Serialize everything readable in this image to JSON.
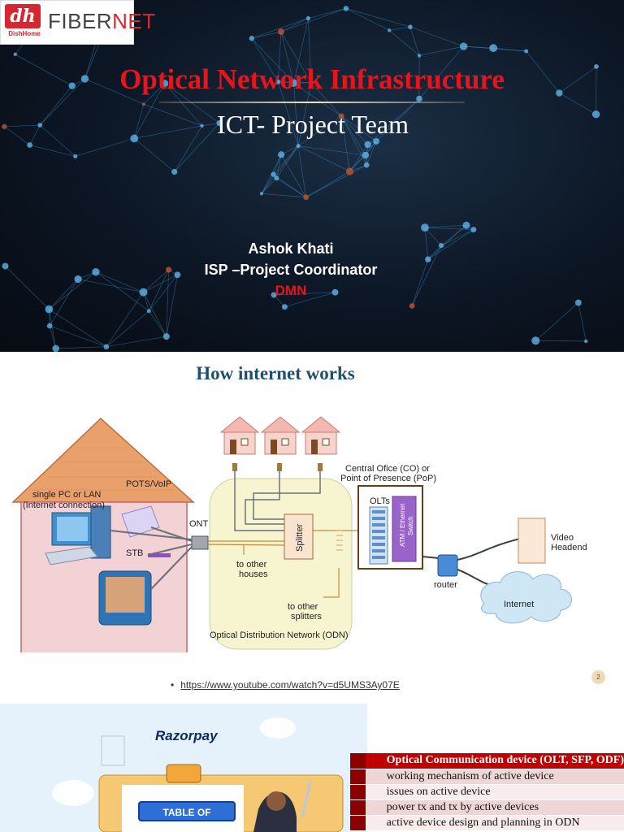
{
  "slide1": {
    "logo": {
      "mark": "dh",
      "sub": "DishHome",
      "text_a": "FIBER",
      "text_b": "NET"
    },
    "title": "Optical Network Infrastructure",
    "subtitle": "ICT- Project Team",
    "author_name": "Ashok Khati",
    "author_role": "ISP –Project Coordinator",
    "author_org": "DMN"
  },
  "slide2": {
    "title": "How internet works",
    "diagram": {
      "labels": {
        "single_pc": "single PC or LAN",
        "internet_conn": "(Internet connection)",
        "pots": "POTS/VoIP",
        "ont": "ONT",
        "stb": "STB",
        "splitter": "Splitter",
        "to_other_houses_1": "to other",
        "to_other_houses_2": "houses",
        "to_other_splitters_1": "to other",
        "to_other_splitters_2": "splitters",
        "central_office_1": "Central Ofice (CO) or",
        "central_office_2": "Point of Presence (PoP)",
        "olts": "OLTs",
        "switch_1": "ATM / Ethernet",
        "switch_2": "Switch",
        "router": "router",
        "video_1": "Video",
        "video_2": "Headend",
        "internet": "Internet",
        "odn": "Optical Distribution Network (ODN)"
      }
    },
    "link_bullet": "•",
    "link": "https://www.youtube.com/watch?v=d5UMS3Ay07E",
    "page_number": "2"
  },
  "slide3": {
    "brand": "Razorpay",
    "toc_label": "TABLE OF CONTENT",
    "table_rows": [
      "Optical Communication device (OLT, SFP, ODF)",
      "working mechanism of active device",
      "issues on active device",
      "power tx and tx by active devices",
      "active device design and planning in  ODN"
    ]
  }
}
